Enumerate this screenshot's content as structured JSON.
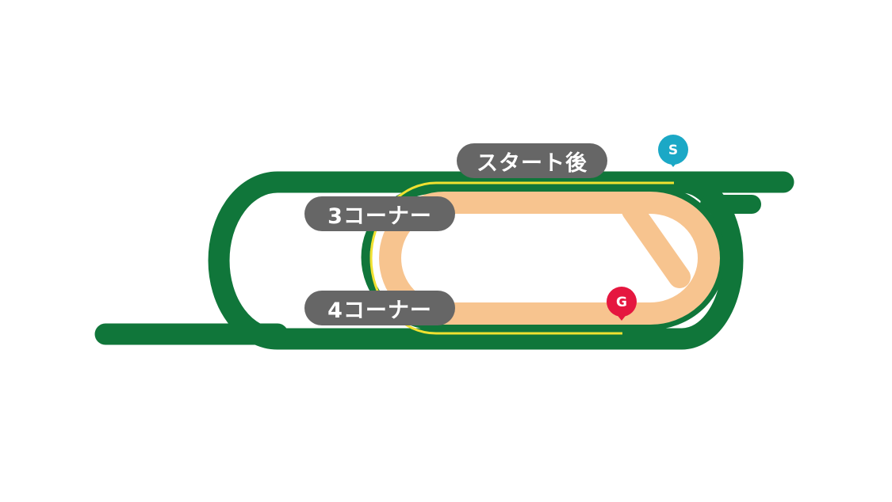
{
  "labels": {
    "start_after": "スタート後",
    "corner_3": "3コーナー",
    "corner_4": "4コーナー"
  },
  "markers": {
    "start": "S",
    "goal": "G"
  },
  "colors": {
    "turf": "#10763a",
    "dirt": "#f7c48f",
    "rail": "#f0e130",
    "label_bg": "#666666",
    "start_marker": "#1ba8c6",
    "goal_marker": "#e5173f"
  }
}
